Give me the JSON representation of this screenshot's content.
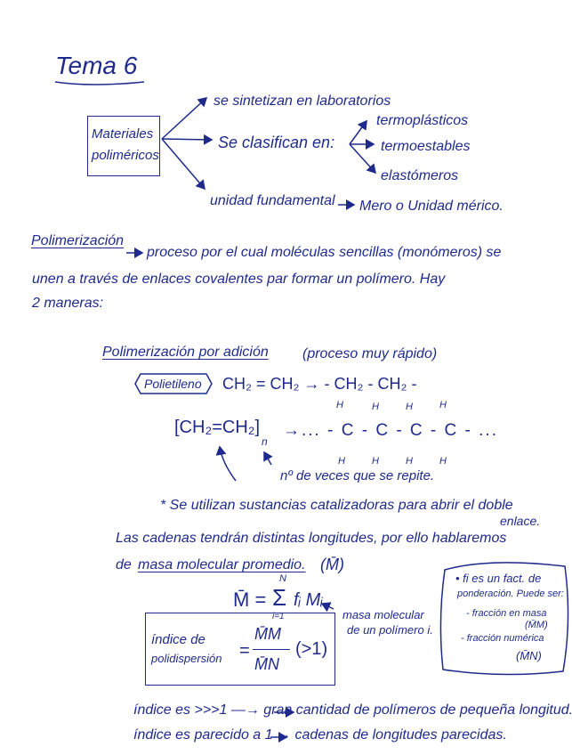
{
  "title": "Tema 6",
  "concept_map": {
    "root": [
      "Materiales",
      "poliméricos"
    ],
    "branch_1": "se sintetizan en laboratorios",
    "branch_2": "Se clasifican en:",
    "classes": [
      "termoplásticos",
      "termoestables",
      "elastómeros"
    ],
    "branch_3": "unidad fundamental",
    "branch_3_result": "Mero o Unidad mérico."
  },
  "polimerizacion": {
    "term": "Polimerización",
    "line_1": "proceso por el cual moléculas sencillas (monómeros) se",
    "line_2": "unen a través de enlaces covalentes par formar un polímero. Hay",
    "line_3": "2 maneras:"
  },
  "adicion": {
    "heading": "Polimerización por adición",
    "note": "(proceso muy rápido)",
    "example_label": "Polietileno",
    "reaction": "CH₂ = CH₂  →  - CH₂ - CH₂ -",
    "monomer": "[CH₂=CH₂]",
    "subscript_n": "n",
    "chain": "→... - C - C - C - C - ...",
    "h_atom": "H",
    "repeat_note": "nº de veces que se repite.",
    "catalyst_note": "* Se utilizan sustancias catalizadoras para abrir el doble",
    "catalyst_note_end": "enlace."
  },
  "masa": {
    "line_1": "Las cadenas tendrán distintas longitudes, por ello hablaremos",
    "line_2_prefix": "de",
    "line_2_term": "masa molecular promedio.",
    "line_2_symbol": "(M̄)",
    "formula_lhs": "M̄ =",
    "sum_top": "N",
    "sum_sign": "Σ",
    "sum_bottom": "i=1",
    "formula_rhs": "fᵢ Mᵢ",
    "mi_note_1": "masa molecular",
    "mi_note_2": "de un polímero i.",
    "side_note": [
      "• fi es un fact. de",
      "ponderación. Puede ser:",
      "- fracción en masa",
      "(M̄M)",
      "- fracción numérica",
      "(M̄N)"
    ]
  },
  "polidispersion": {
    "label_1": "índice de",
    "label_2": "polidispersión",
    "equals": "=",
    "numerator": "M̄M",
    "denominator": "M̄N",
    "condition": "(>1)",
    "case_1": "índice es >>>1 —→ gran cantidad de polímeros de pequeña longitud.",
    "case_2": "índice es parecido a 1 → cadenas de longitudes parecidas."
  },
  "colors": {
    "ink": "#1f2b8c",
    "paper": "#ffffff"
  }
}
